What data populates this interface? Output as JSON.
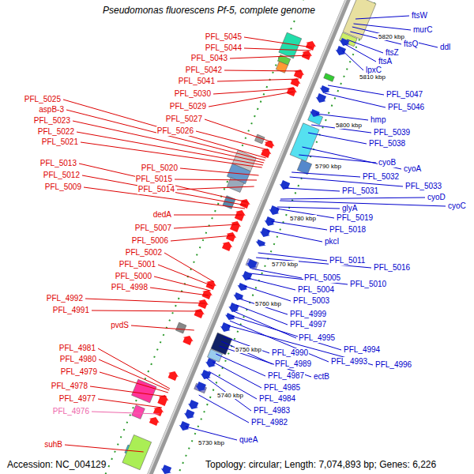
{
  "diagram": {
    "title": "Pseudomonas fluorescens Pf-5, complete genome",
    "labels": [
      "5820 kbp",
      "5810 kbp",
      "5800 kbp",
      "5790 kbp",
      "5780 kbp",
      "5770 kbp",
      "5760 kbp",
      "5750 kbp",
      "5740 kbp",
      "5730 kbp",
      "PFL_5045",
      "PFL_5044",
      "PFL_5043",
      "PFL_5042",
      "PFL_5041",
      "PFL_5030",
      "PFL_5029",
      "PFL_5027",
      "PFL_5026",
      "PFL_5025",
      "aspB-3",
      "PFL_5023",
      "PFL_5022",
      "PFL_5021",
      "PFL_5013",
      "PFL_5012",
      "PFL_5009",
      "PFL_5020",
      "PFL_5015",
      "PFL_5014",
      "dedA",
      "PFL_5007",
      "PFL_5006",
      "PFL_5002",
      "PFL_5001",
      "PFL_5000",
      "PFL_4998",
      "PFL_4992",
      "PFL_4991",
      "pvdS",
      "PFL_4981",
      "PFL_4980",
      "PFL_4979",
      "PFL_4978",
      "PFL_4977",
      "PFL_4976",
      "suhB",
      "ftsW",
      "murC",
      "ftsQ",
      "ddl",
      "ftsZ",
      "ftsA",
      "lpxC",
      "PFL_5047",
      "PFL_5046",
      "hmp",
      "PFL_5039",
      "PFL_5038",
      "cyoB",
      "cyoA",
      "PFL_5032",
      "PFL_5033",
      "cyoD",
      "cyoC",
      "PFL_5031",
      "glyA",
      "PFL_5019",
      "PFL_5018",
      "pkcI",
      "PFL_5011",
      "PFL_5016",
      "PFL_5005",
      "PFL_5010",
      "PFL_5004",
      "PFL_5003",
      "PFL_4999",
      "PFL_4997",
      "PFL_4995",
      "PFL_4994",
      "PFL_4993",
      "PFL_4996",
      "PFL_4990",
      "PFL_4989",
      "ectB",
      "PFL_4987",
      "PFL_4985",
      "PFL_4984",
      "PFL_4983",
      "PFL_4982",
      "queA",
      "Accession: NC_004129",
      "Topology: circular; Length: 7,074,893 bp; Genes: 6,226"
    ]
  }
}
